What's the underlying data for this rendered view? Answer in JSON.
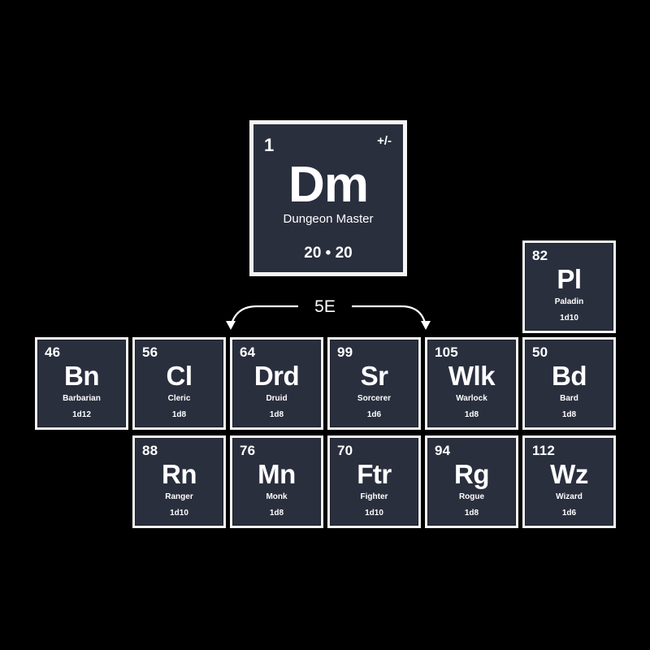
{
  "header_element": {
    "number": "1",
    "modifier": "+/-",
    "symbol": "Dm",
    "name": "Dungeon Master",
    "score": "20 • 20"
  },
  "edition_label": "5E",
  "elements": [
    {
      "number": "82",
      "symbol": "Pl",
      "name": "Paladin",
      "hit_die": "1d10"
    },
    {
      "number": "46",
      "symbol": "Bn",
      "name": "Barbarian",
      "hit_die": "1d12"
    },
    {
      "number": "56",
      "symbol": "Cl",
      "name": "Cleric",
      "hit_die": "1d8"
    },
    {
      "number": "64",
      "symbol": "Drd",
      "name": "Druid",
      "hit_die": "1d8"
    },
    {
      "number": "99",
      "symbol": "Sr",
      "name": "Sorcerer",
      "hit_die": "1d6"
    },
    {
      "number": "105",
      "symbol": "Wlk",
      "name": "Warlock",
      "hit_die": "1d8"
    },
    {
      "number": "50",
      "symbol": "Bd",
      "name": "Bard",
      "hit_die": "1d8"
    },
    {
      "number": "88",
      "symbol": "Rn",
      "name": "Ranger",
      "hit_die": "1d10"
    },
    {
      "number": "76",
      "symbol": "Mn",
      "name": "Monk",
      "hit_die": "1d8"
    },
    {
      "number": "70",
      "symbol": "Ftr",
      "name": "Fighter",
      "hit_die": "1d10"
    },
    {
      "number": "94",
      "symbol": "Rg",
      "name": "Rogue",
      "hit_die": "1d8"
    },
    {
      "number": "112",
      "symbol": "Wz",
      "name": "Wizard",
      "hit_die": "1d6"
    }
  ],
  "colors": {
    "background": "#000000",
    "tile_fill": "#2a2f3e",
    "tile_border": "#f4f4f4",
    "text": "#ffffff"
  }
}
